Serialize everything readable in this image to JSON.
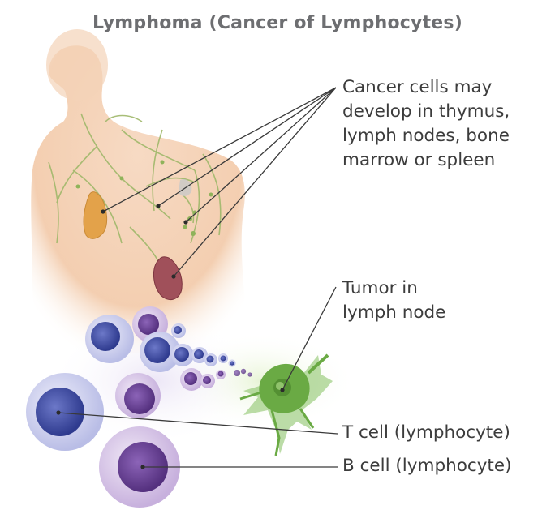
{
  "title": "Lymphoma (Cancer of Lymphocytes)",
  "labels": {
    "cancer_cells": {
      "line1": "Cancer cells may",
      "line2": "develop in thymus,",
      "line3": "lymph nodes, bone",
      "line4": "marrow or spleen"
    },
    "tumor": {
      "line1": "Tumor in",
      "line2": "lymph node"
    },
    "t_cell": "T cell (lymphocyte)",
    "b_cell": "B cell (lymphocyte)"
  },
  "colors": {
    "title": "#6d6e71",
    "label_text": "#3c3c3c",
    "leader_line": "#3a3a3a",
    "skin": "#f2c9a8",
    "lymph_vessels": "#9fb86a",
    "thymus": "#e3a24a",
    "spleen": "#a0505a",
    "t_cell": "#3e4ea8",
    "b_cell": "#6b3f98",
    "tumor": "#6aaa44"
  }
}
